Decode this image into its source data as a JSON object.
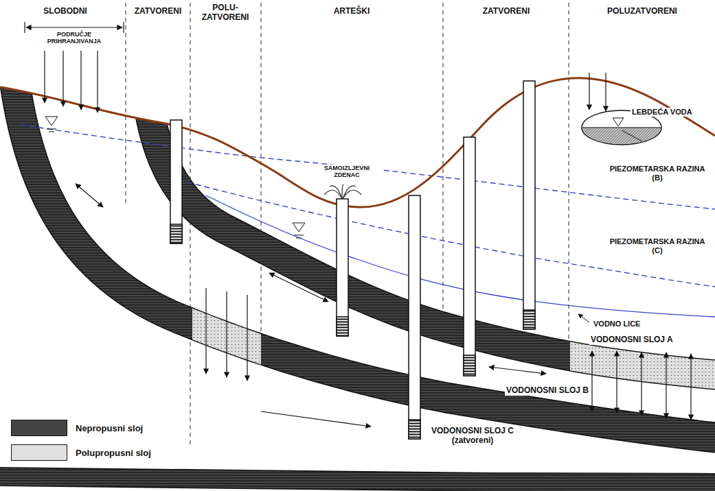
{
  "diagram": {
    "labels": [
      "SLOBODNI",
      "PODRUČJE PRIHRANJIVANJA",
      "ZATVORENI",
      "POLU- ZATVORENI",
      "ARTEŠKI",
      "ZATVORENI",
      "POLUZATVORENI",
      "LEBDEĆA VODA",
      "SAMOIZLJEVNI ZDENAC",
      "PIEZOMETARSKA RAZINA (B)",
      "PIEZOMETARSKA RAZINA (C)",
      "VODNO LICE",
      "VODONOSNI SLOJ A",
      "VODONOSNI SLOJ B",
      "VODONOSNI SLOJ C (zatvoreni)"
    ],
    "legend": [
      {
        "text": "Nepropusni sloj",
        "color": "#444444"
      },
      {
        "text": "Polupropusni sloj",
        "color": "#e0e0e0"
      }
    ]
  }
}
